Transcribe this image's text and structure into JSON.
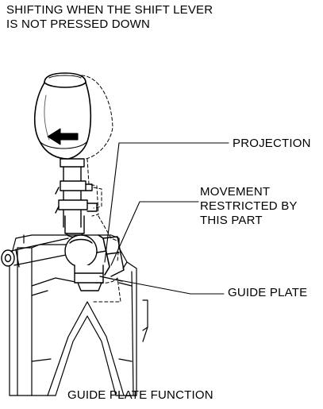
{
  "title": "SHIFTING WHEN THE SHIFT LEVER IS NOT PRESSED DOWN",
  "title_lines": [
    "SHIFTING WHEN THE SHIFT LEVER",
    "IS NOT PRESSED DOWN"
  ],
  "callouts": {
    "projection": "PROJECTION",
    "movement_lines": [
      "MOVEMENT",
      "RESTRICTED BY",
      "THIS PART"
    ],
    "guide_plate": "GUIDE PLATE"
  },
  "caption": "GUIDE PLATE FUNCTION",
  "colors": {
    "ink": "#000000",
    "background": "#ffffff",
    "knob_shade": "#d9d9d9"
  },
  "icons": {
    "direction": "arrow-left-icon"
  }
}
